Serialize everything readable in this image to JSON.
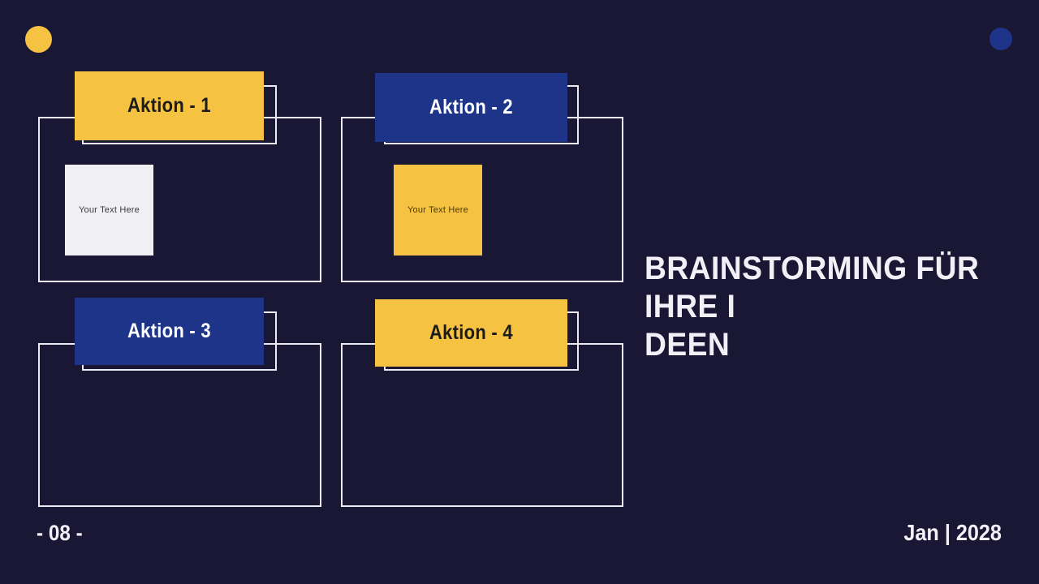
{
  "slide": {
    "title": "BRAINSTORMING FÜR IHRE IDEEN",
    "title_line_1": "BRAINSTORMING FÜR IHRE I",
    "title_line_2": "DEEN",
    "page_number": "- 08 -",
    "date": "Jan | 2028",
    "background_color": "#1a1735"
  },
  "decorations": {
    "top_left_dot": "yellow-circle",
    "top_right_dot": "blue-circle"
  },
  "colors": {
    "accent_yellow": "#f5c242",
    "accent_blue": "#1e3488",
    "frame_white": "#eceaf4",
    "light_box": "#f0f0f2",
    "background": "#1a1735"
  },
  "panels": [
    {
      "id": "panel-1",
      "header_label": "Aktion - 1",
      "header_color": "#f5c242",
      "header_style": "yellow",
      "content_label": "Your Text Here",
      "content_color": "#f0f0f2",
      "has_content_box": true
    },
    {
      "id": "panel-2",
      "header_label": "Aktion - 2",
      "header_color": "#1e3488",
      "header_style": "blue",
      "content_label": "Your Text Here",
      "content_color": "#f5c242",
      "has_content_box": true
    },
    {
      "id": "panel-3",
      "header_label": "Aktion - 3",
      "header_color": "#1e3488",
      "header_style": "blue",
      "content_label": "",
      "content_color": "",
      "has_content_box": false
    },
    {
      "id": "panel-4",
      "header_label": "Aktion - 4",
      "header_color": "#f5c242",
      "header_style": "yellow",
      "content_label": "",
      "content_color": "",
      "has_content_box": false
    }
  ]
}
